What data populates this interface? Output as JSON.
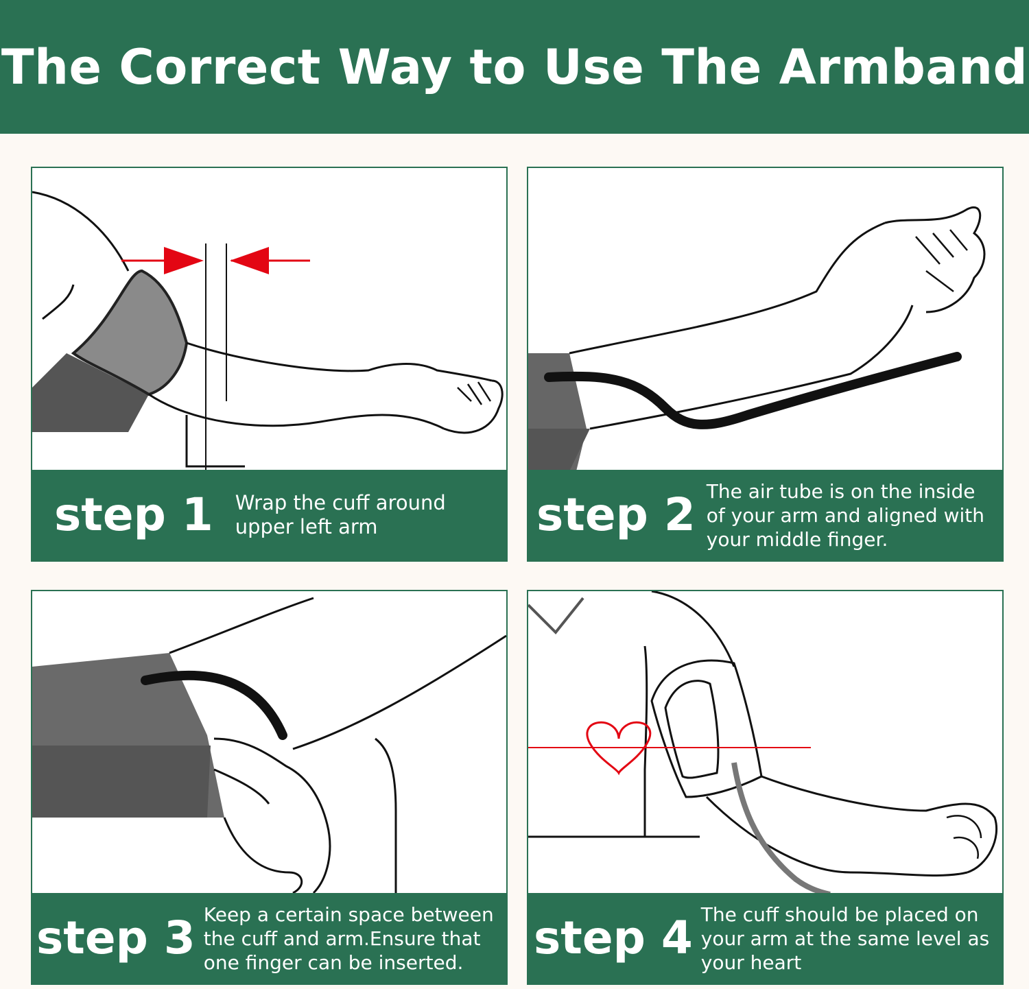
{
  "header": {
    "title": "The Correct Way to Use The Armband"
  },
  "steps": [
    {
      "label": "step 1",
      "text": "Wrap the cuff around\nupper left arm"
    },
    {
      "label": "step 2",
      "text": "The air tube is on the inside\nof your arm and aligned with\nyour middle finger."
    },
    {
      "label": "step 3",
      "text": "Keep a certain space between\nthe cuff and arm.Ensure that\none finger can be inserted."
    },
    {
      "label": "step 4",
      "text": "The cuff should be placed on\nyour arm at the same level as\nyour heart"
    }
  ],
  "colors": {
    "brand_green": "#2a7153",
    "arrow_red": "#e30613",
    "cuff_gray": "#6b6b6b"
  }
}
